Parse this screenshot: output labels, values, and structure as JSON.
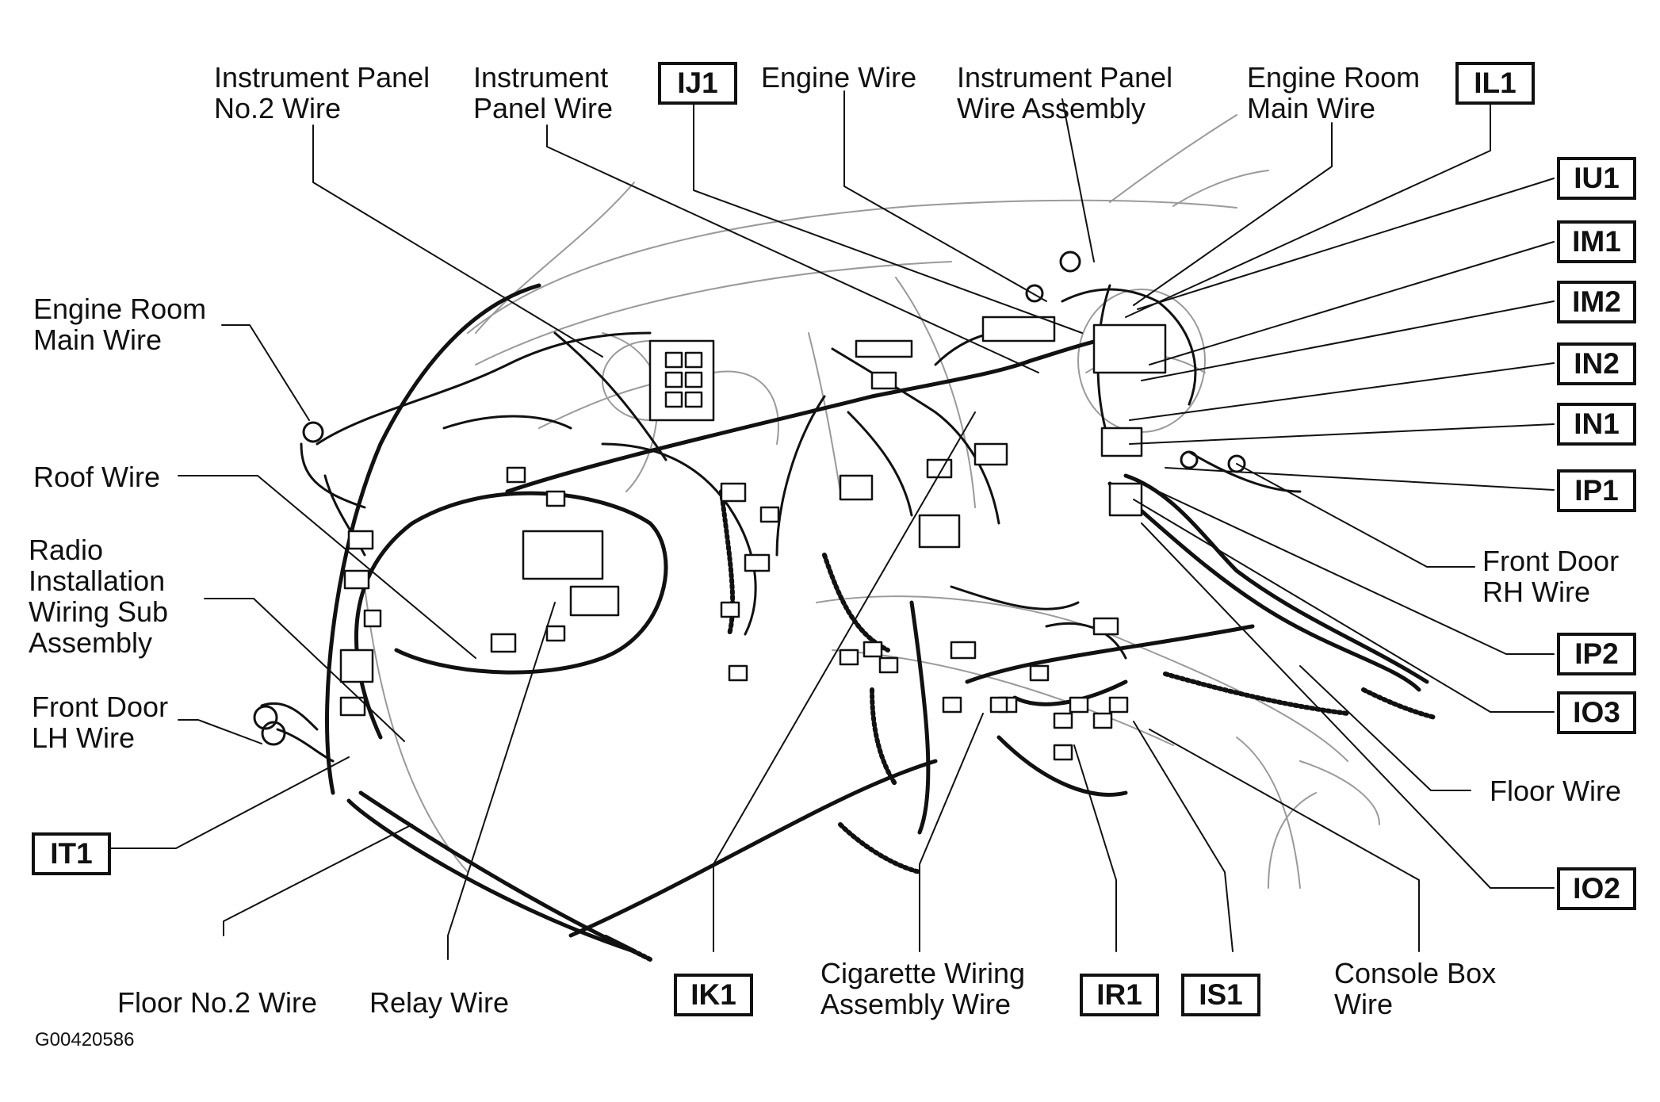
{
  "labels": {
    "instrument_panel_no2_wire": "Instrument Panel\nNo.2 Wire",
    "instrument_panel_wire": "Instrument\nPanel Wire",
    "engine_wire": "Engine Wire",
    "instrument_panel_wire_assembly": "Instrument Panel\nWire Assembly",
    "engine_room_main_wire_top": "Engine Room\nMain Wire",
    "engine_room_main_wire_left": "Engine Room\nMain Wire",
    "roof_wire": "Roof Wire",
    "radio_installation_wiring_sub_assembly": "Radio\nInstallation\nWiring Sub\nAssembly",
    "front_door_lh_wire": "Front Door\nLH Wire",
    "front_door_rh_wire": "Front Door\nRH Wire",
    "floor_wire": "Floor Wire",
    "floor_no2_wire": "Floor No.2 Wire",
    "relay_wire": "Relay Wire",
    "cigarette_wiring_assembly_wire": "Cigarette Wiring\nAssembly Wire",
    "console_box_wire": "Console Box\nWire"
  },
  "connectors": {
    "ij1": "IJ1",
    "il1": "IL1",
    "iu1": "IU1",
    "im1": "IM1",
    "im2": "IM2",
    "in2": "IN2",
    "in1": "IN1",
    "ip1": "IP1",
    "ip2": "IP2",
    "io3": "IO3",
    "io2": "IO2",
    "it1": "IT1",
    "ik1": "IK1",
    "ir1": "IR1",
    "is1": "IS1"
  },
  "figure_code": "G00420586"
}
